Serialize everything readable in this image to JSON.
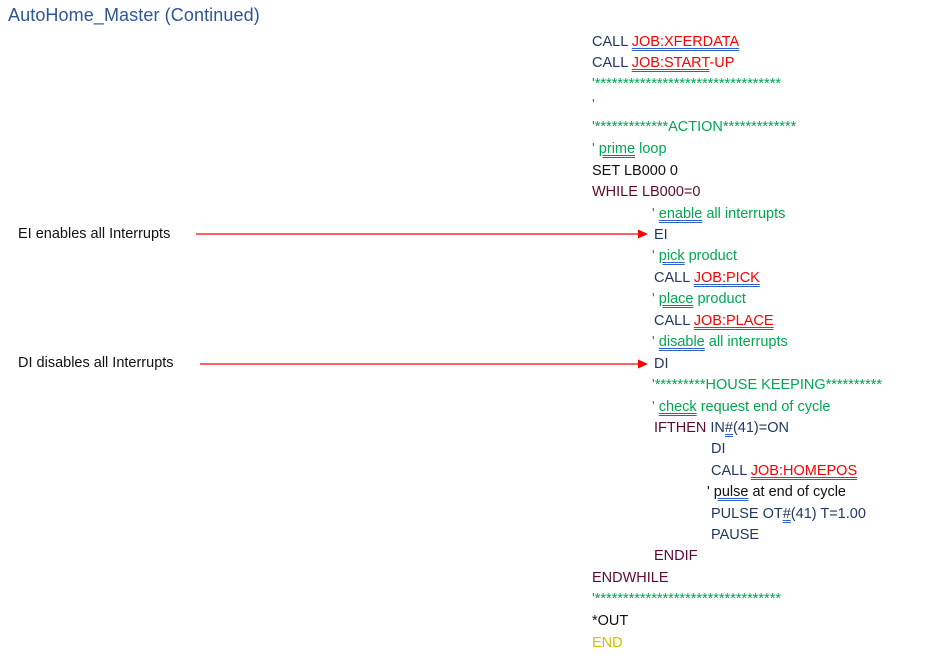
{
  "page": {
    "title": "AutoHome_Master (Continued)"
  },
  "annotations": [
    {
      "text": "EI enables all Interrupts"
    },
    {
      "text": "DI disables all Interrupts"
    }
  ],
  "colors": {
    "title": "#2f5597",
    "keyword": "#1f3864",
    "job_reference": "#ff0000",
    "comment": "#00a84f",
    "control_flow": "#5c0b33",
    "end": "#c9c300",
    "arrow": "#ff0000"
  },
  "code": {
    "l1": {
      "kw": "CALL ",
      "job": "JOB:XFERDATA"
    },
    "l2": {
      "kw": "CALL ",
      "job": "JOB:START",
      "rest": "-UP"
    },
    "l3": "'*********************************",
    "l4": "'",
    "l5": "'*************ACTION*************",
    "l6": {
      "pre": "' ",
      "word": "prime",
      "rest": " loop"
    },
    "l7": "SET LB000 0",
    "l8": "WHILE LB000=0",
    "l9": {
      "pre": "' ",
      "word": "enable",
      "rest": " all interrupts"
    },
    "l10": "EI",
    "l11": {
      "pre": "' ",
      "word": "pick",
      "rest": " product"
    },
    "l12": {
      "kw": "CALL ",
      "job": "JOB:PICK"
    },
    "l13": {
      "pre": "' ",
      "word": "place",
      "rest": " product"
    },
    "l14": {
      "kw": "CALL ",
      "job": "JOB:PLACE"
    },
    "l15": {
      "pre": "' ",
      "word": "disable",
      "rest": " all interrupts"
    },
    "l16": "DI",
    "l17": "'*********HOUSE KEEPING**********",
    "l18": {
      "pre": "' ",
      "word": "check",
      "rest": " request end of cycle"
    },
    "l19": {
      "a": "IFTHEN ",
      "b": "IN",
      "c": "#",
      "d": "(41)=ON"
    },
    "l20": "DI",
    "l21": {
      "kw": "CALL ",
      "job": "JOB:HOMEPOS"
    },
    "l22": {
      "pre": "' ",
      "word": "pulse",
      "rest": " at end of cycle"
    },
    "l23": {
      "a": "PULSE OT",
      "c": "#",
      "d": "(41) T=1.00"
    },
    "l24": "PAUSE",
    "l25": "ENDIF",
    "l26": "ENDWHILE",
    "l27": "'*********************************",
    "l28": "*OUT",
    "l29": "END"
  }
}
